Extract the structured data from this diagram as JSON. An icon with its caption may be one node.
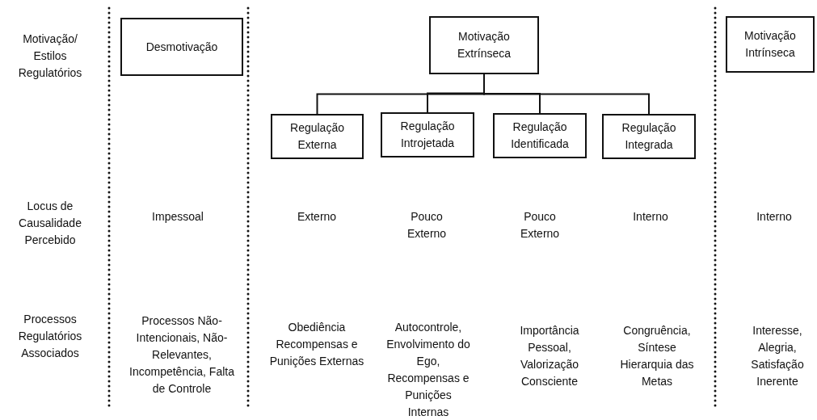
{
  "diagram": {
    "nodes": [
      {
        "text": [
          "Desmotivação"
        ]
      },
      {
        "text": [
          "Motivação Extrínseca"
        ]
      },
      {
        "text": [
          "Regulação Externa"
        ]
      },
      {
        "text": [
          "Regulação Introjetada"
        ]
      },
      {
        "text": [
          "Regulação Identificada"
        ]
      },
      {
        "text": [
          "Regulação Integrada"
        ]
      },
      {
        "text": [
          "Motivação Intrínseca"
        ]
      }
    ],
    "edges": [
      {
        "from": 1,
        "to": 2,
        "arrow": "none"
      },
      {
        "from": 1,
        "to": 3,
        "arrow": "none"
      },
      {
        "from": 1,
        "to": 4,
        "arrow": "none"
      },
      {
        "from": 1,
        "to": 5,
        "arrow": "none"
      }
    ],
    "labels": [
      "Motivação/ Estilos Regulatórios",
      "Locus de Causalidade Percebido",
      "Impessoal",
      "Externo",
      "Pouco Externo",
      "Pouco Externo",
      "Interno",
      "Interno",
      "Processos Regulatórios Associados",
      "Processos Não-Intencionais, Não-Relevantes, Incompetência, Falta de Controle",
      "Obediência Recompensas e Punições Externas",
      "Autocontrole, Envolvimento do Ego, Recompensas e Punições Internas",
      "Importância Pessoal, Valorização Consciente",
      "Congruência, Síntese Hierarquia das Metas",
      "Interesse, Alegria, Satisfação Inerente"
    ]
  }
}
